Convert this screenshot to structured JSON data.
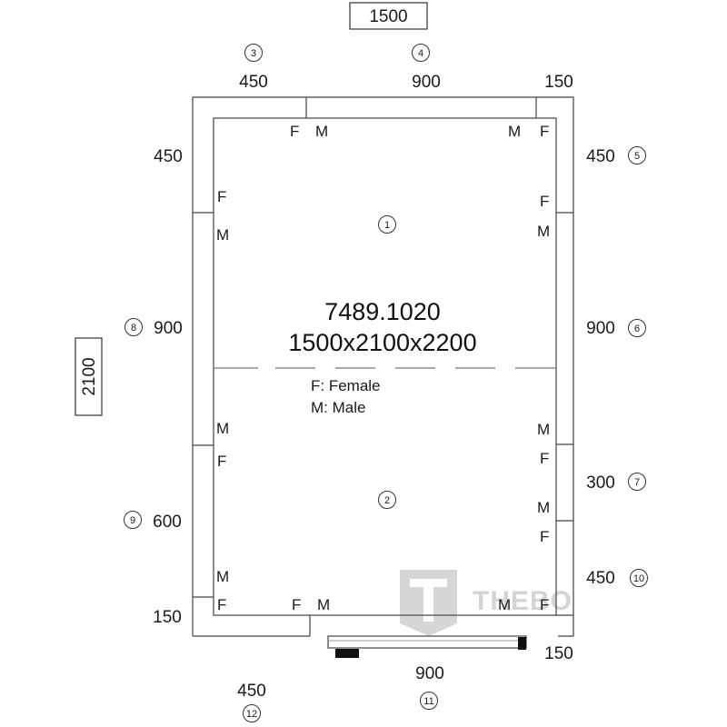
{
  "title": {
    "code": "7489.1020",
    "size": "1500x2100x2200"
  },
  "legend": {
    "female": "F: Female",
    "male": "M: Male"
  },
  "overall": {
    "width": "1500",
    "depth": "2100"
  },
  "panels": {
    "p1": {
      "number": "1"
    },
    "p2": {
      "number": "2"
    },
    "p3": {
      "number": "3",
      "size": "450"
    },
    "p4": {
      "number": "4",
      "size": "900"
    },
    "p5": {
      "number": "5",
      "size": "450"
    },
    "p6": {
      "number": "6",
      "size": "900"
    },
    "p7": {
      "number": "7",
      "size": "300"
    },
    "p8": {
      "number": "8",
      "size": "900"
    },
    "p9": {
      "number": "9",
      "size": "600"
    },
    "p10": {
      "number": "10",
      "size": "450"
    },
    "p11": {
      "number": "11",
      "size": "900"
    },
    "p12": {
      "number": "12",
      "size": "450"
    }
  },
  "corners": {
    "top_right": "150",
    "left_top": "450",
    "left_bottom": "150",
    "bottom_right": "150"
  },
  "markers": {
    "female": "F",
    "male": "M"
  },
  "logo": {
    "text": "THEBO",
    "color": "#d4d4d4"
  }
}
